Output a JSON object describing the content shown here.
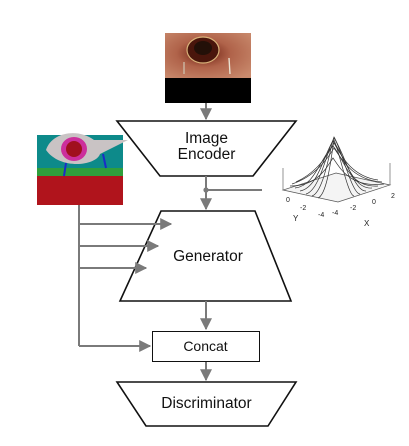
{
  "nodes": {
    "image_encoder": [
      "Image",
      "Encoder"
    ],
    "generator": "Generator",
    "concat": "Concat",
    "discriminator": "Discriminator"
  },
  "gaussian_plot": {
    "x_axis_label": "X",
    "y_axis_label": "Y",
    "x_ticks": [
      "-4",
      "-2",
      "0",
      "2"
    ],
    "y_ticks": [
      "0",
      "-2",
      "-4"
    ]
  },
  "colors": {
    "arrow": "#7a7a7a",
    "outline": "#111111",
    "segmap_teal": "#0d8a8a",
    "segmap_green": "#2f9e3c",
    "segmap_red": "#b0141c"
  }
}
